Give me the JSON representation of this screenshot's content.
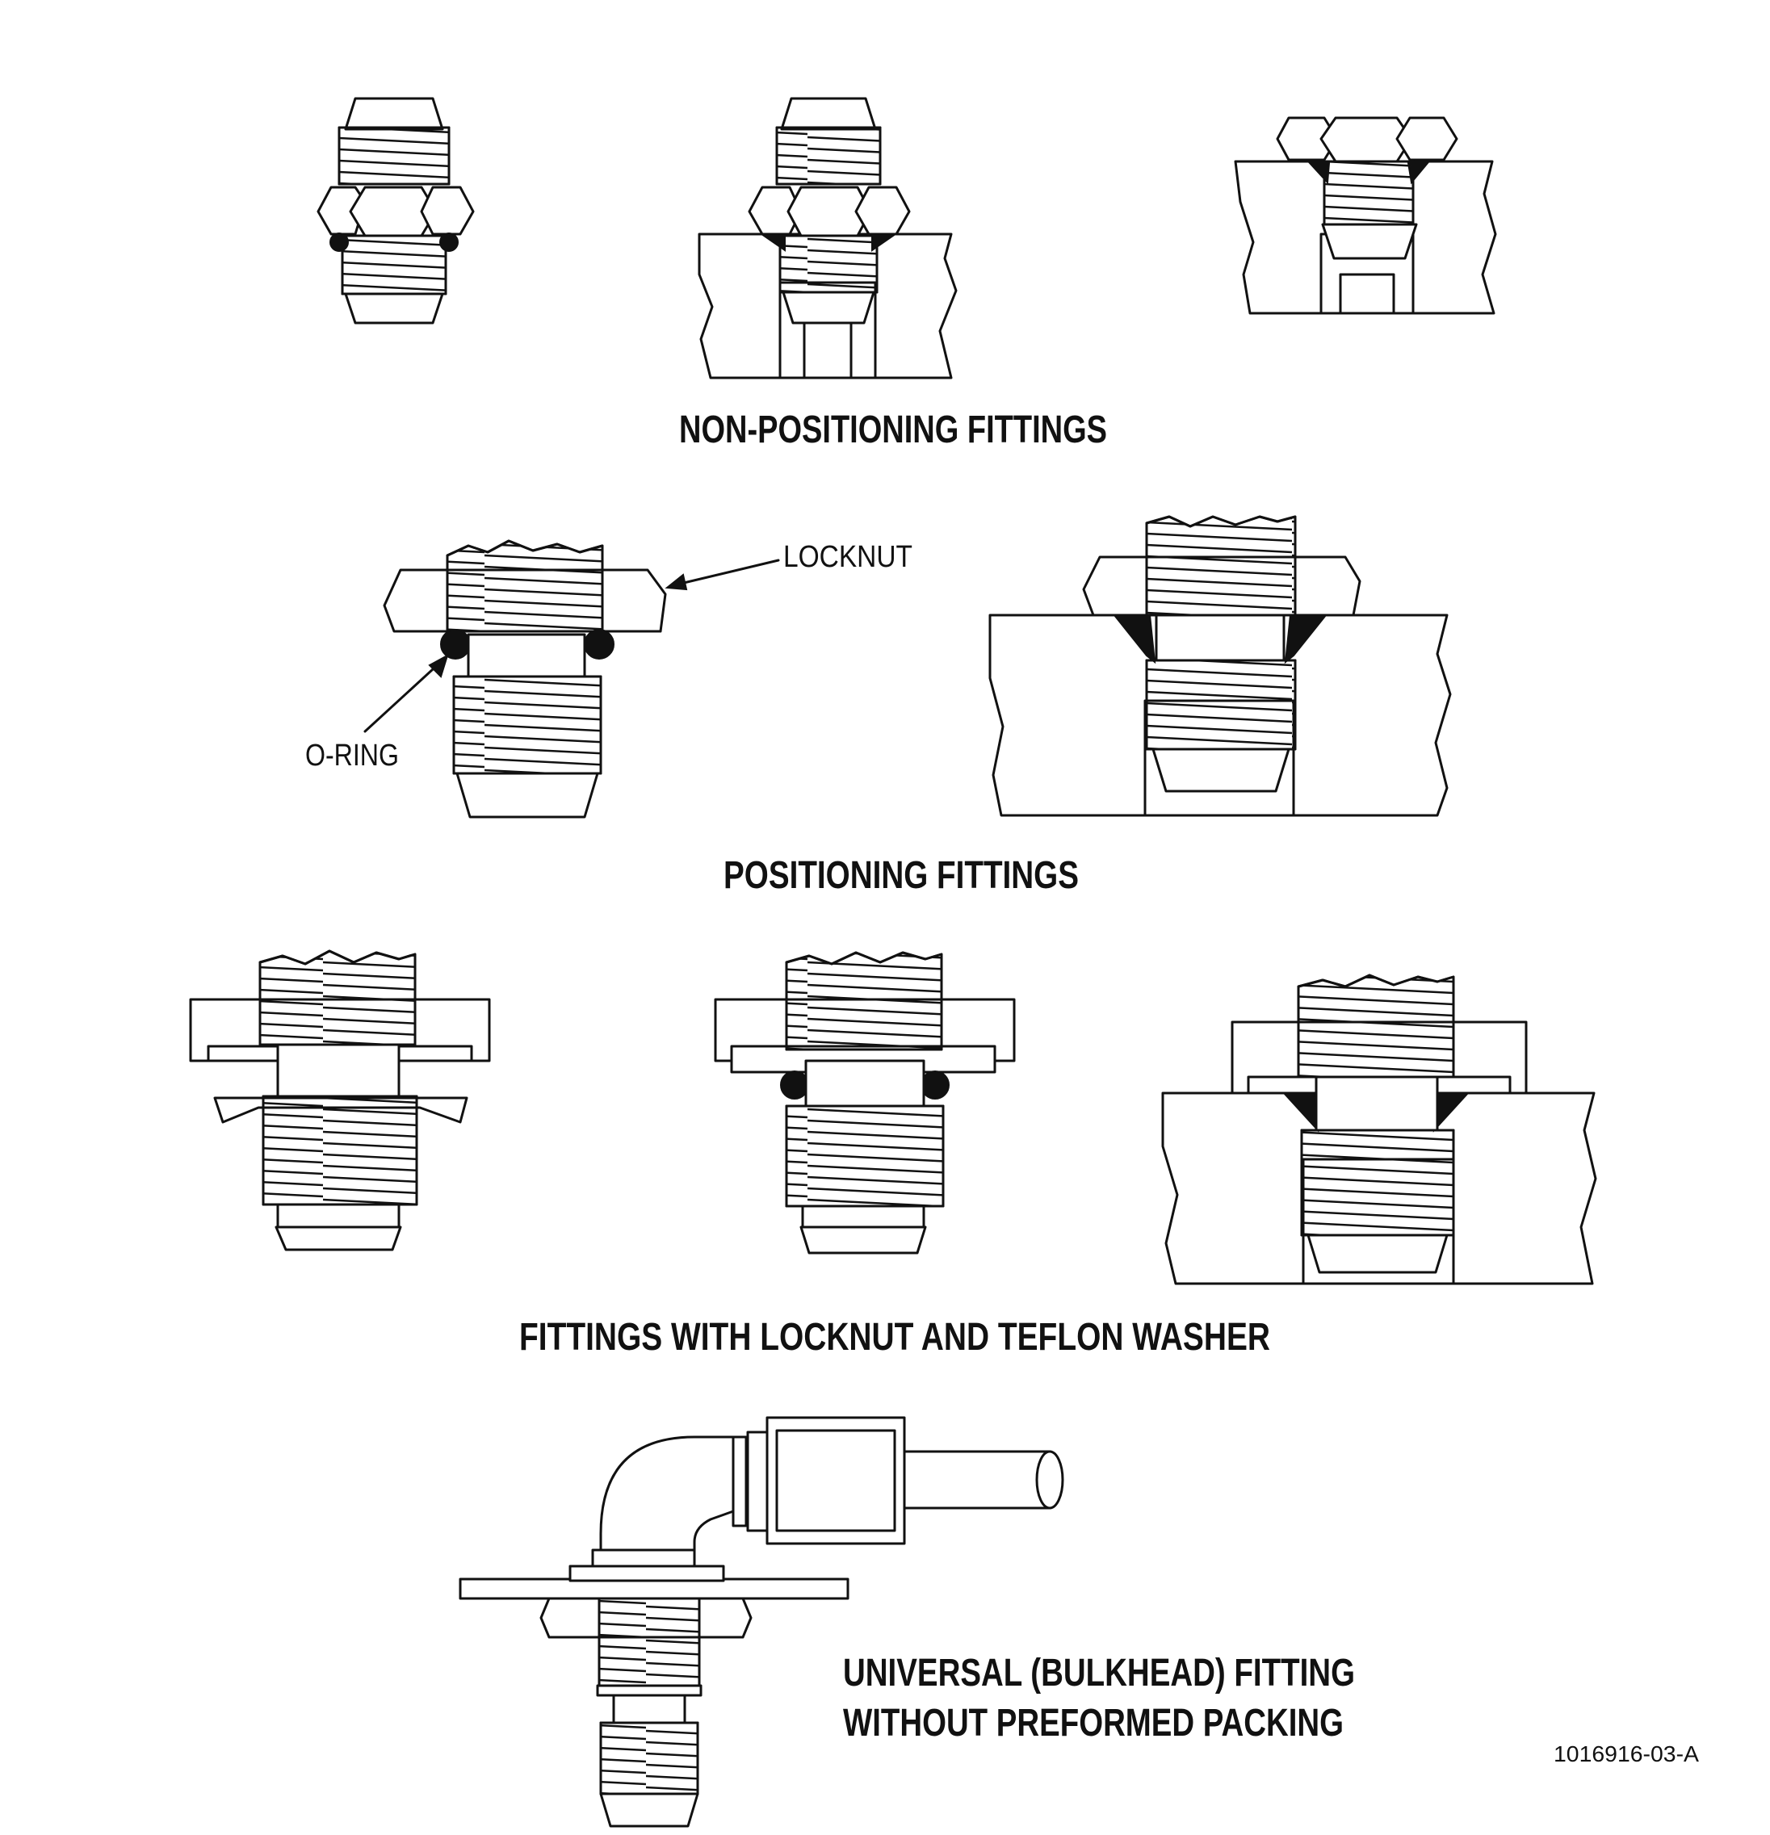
{
  "captions": {
    "non_positioning": "NON-POSITIONING FITTINGS",
    "positioning": "POSITIONING FITTINGS",
    "locknut_teflon": "FITTINGS WITH LOCKNUT AND TEFLON WASHER",
    "universal_line1": "UNIVERSAL (BULKHEAD) FITTING",
    "universal_line2": "WITHOUT PREFORMED PACKING"
  },
  "labels": {
    "locknut": "LOCKNUT",
    "o_ring": "O-RING"
  },
  "figure_id": "1016916-03-A"
}
